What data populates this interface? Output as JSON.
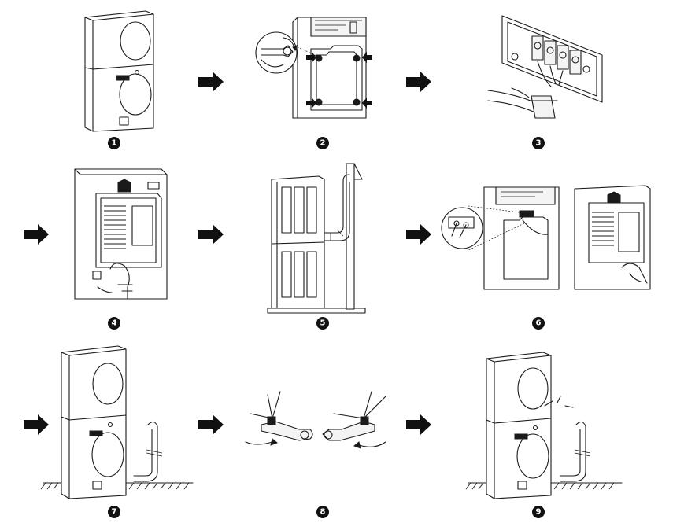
{
  "steps": [
    {
      "number": "1"
    },
    {
      "number": "2"
    },
    {
      "number": "3"
    },
    {
      "number": "4"
    },
    {
      "number": "5"
    },
    {
      "number": "6"
    },
    {
      "number": "7"
    },
    {
      "number": "8"
    },
    {
      "number": "9"
    }
  ]
}
